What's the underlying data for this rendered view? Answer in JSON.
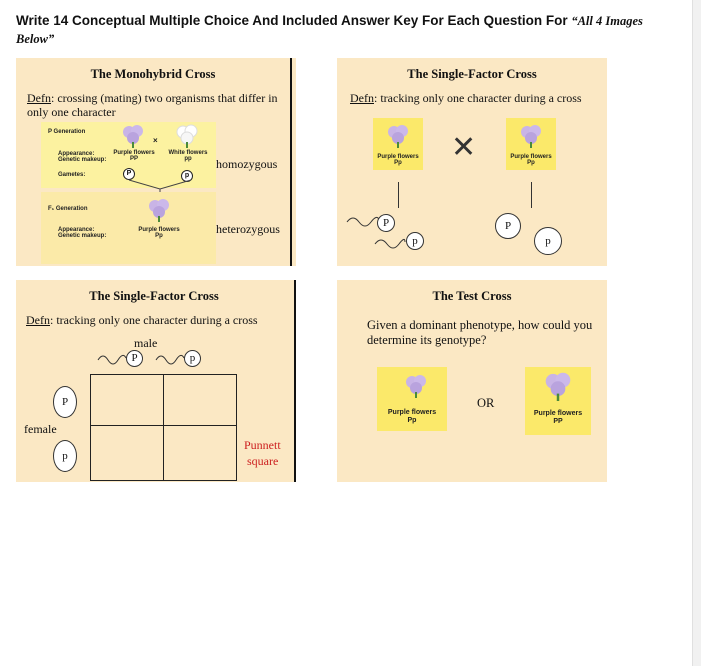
{
  "question": {
    "main": "Write 14 Conceptual Multiple Choice And Included Answer Key For Each Question For ",
    "quote": "“All 4 Images Below”"
  },
  "slide1": {
    "title": "The Monohybrid Cross",
    "defn_label": "Defn",
    "defn_text": ": crossing (mating) two organisms that differ in only one character",
    "p_generation": "P Generation",
    "appearance": "Appearance:",
    "genetic_makeup": "Genetic makeup:",
    "purple_label": "Purple flowers",
    "purple_geno": "PP",
    "white_label": "White flowers",
    "white_geno": "pp",
    "times": "×",
    "gametes": "Gametes:",
    "gamete_P": "P",
    "gamete_p": "p",
    "f1_generation": "F₁ Generation",
    "f1_label": "Purple flowers",
    "f1_geno": "Pp",
    "homozygous": "homozygous",
    "heterozygous": "heterozygous"
  },
  "slide2": {
    "title": "The Single-Factor Cross",
    "defn_label": "Defn",
    "defn_text": ": tracking only one character during a cross",
    "left_label": "Purple flowers",
    "left_geno": "Pp",
    "cross": "✕",
    "right_label": "Purple flowers",
    "right_geno": "Pp",
    "sperm_P": "P",
    "sperm_p": "p",
    "egg_P": "P",
    "egg_p": "p"
  },
  "slide3": {
    "title": "The Single-Factor Cross",
    "defn_label": "Defn",
    "defn_text": ": tracking only one character during a cross",
    "male": "male",
    "female": "female",
    "m1": "P",
    "m2": "p",
    "f1": "P",
    "f2": "p",
    "punnett1": "Punnett",
    "punnett2": "square",
    "punnett_color": "#cc1f1f"
  },
  "slide4": {
    "title": "The Test Cross",
    "question": "Given a dominant phenotype, how could you determine its genotype?",
    "left_label": "Purple flowers",
    "left_geno": "Pp",
    "or": "OR",
    "right_label": "Purple flowers",
    "right_geno": "PP"
  },
  "colors": {
    "slide_bg": "#fbe8c4",
    "panel_bg": "#fcf2a0",
    "flower_box": "#fbe96a",
    "flower_petal": "#c9b4e6"
  }
}
